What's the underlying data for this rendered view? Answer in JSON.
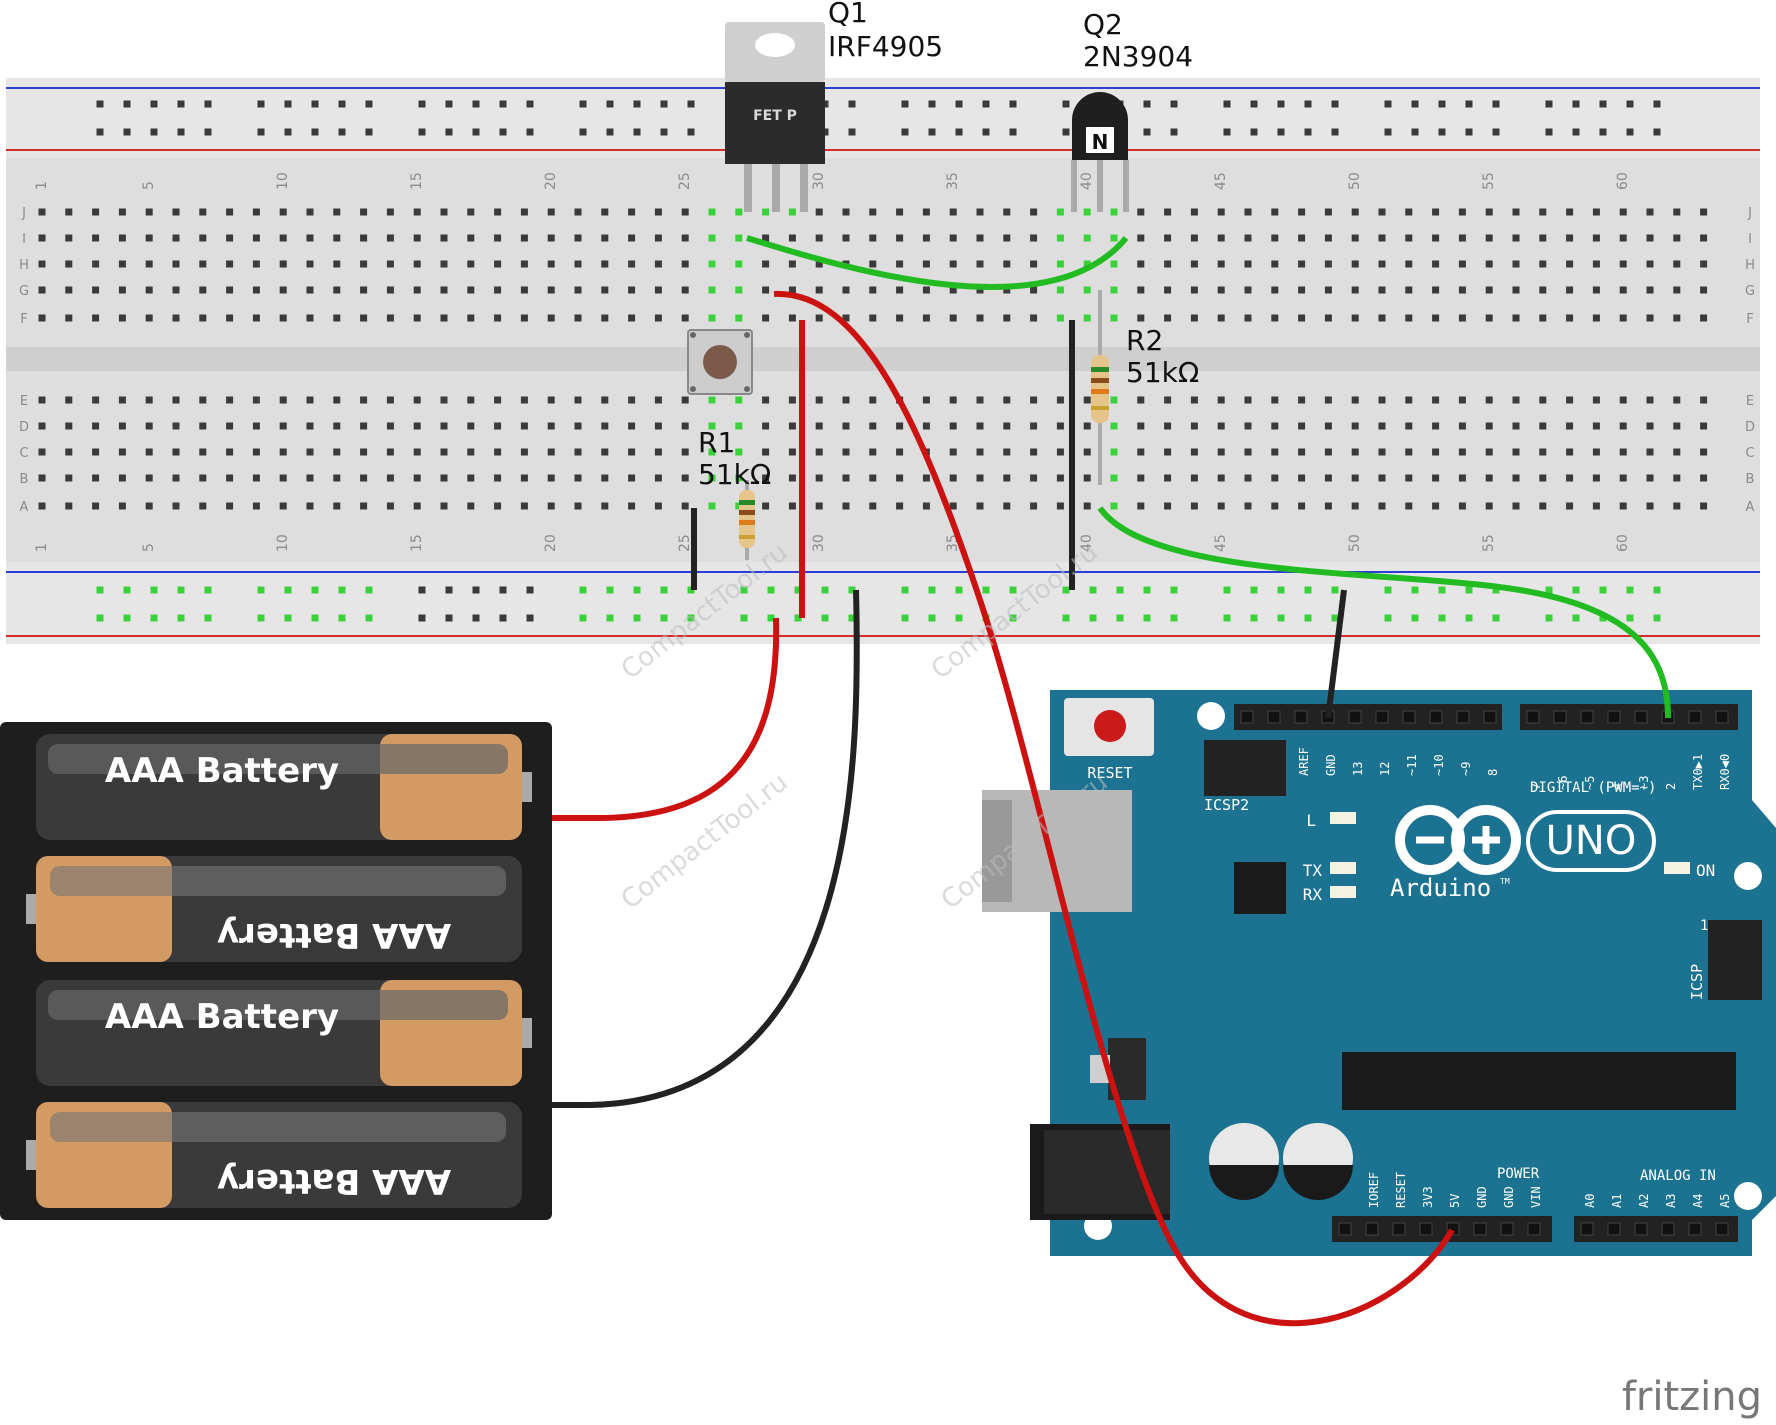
{
  "components": {
    "q1": {
      "ref": "Q1",
      "part": "IRF4905",
      "body_text": "FET P"
    },
    "q2": {
      "ref": "Q2",
      "part": "2N3904",
      "body_text": "N"
    },
    "r1": {
      "ref": "R1",
      "value": "51kΩ"
    },
    "r2": {
      "ref": "R2",
      "value": "51kΩ"
    }
  },
  "battery_pack": {
    "cells": [
      "AAA Battery",
      "AAA Battery",
      "AAA Battery",
      "AAA Battery"
    ]
  },
  "breadboard": {
    "top_numbers": [
      "1",
      "5",
      "10",
      "15",
      "20",
      "25",
      "30",
      "35",
      "40",
      "45",
      "50",
      "55",
      "60"
    ],
    "bottom_numbers": [
      "1",
      "5",
      "10",
      "15",
      "20",
      "25",
      "30",
      "35",
      "40",
      "45",
      "50",
      "55",
      "60"
    ],
    "row_letters_top": [
      "J",
      "I",
      "H",
      "G",
      "F"
    ],
    "row_letters_bottom": [
      "E",
      "D",
      "C",
      "B",
      "A"
    ]
  },
  "arduino": {
    "reset_label": "RESET",
    "icsp2_label": "ICSP2",
    "icsp_label": "ICSP",
    "icsp_pin1": "1",
    "digital_label": "DIGITAL (PWM=~)",
    "power_label": "POWER",
    "analog_label": "ANALOG IN",
    "uno_label": "UNO",
    "brand": "Arduino",
    "tm": "TM",
    "led_l": "L",
    "led_tx": "TX",
    "led_rx": "RX",
    "led_on": "ON",
    "digital_left_pins": [
      "AREF",
      "GND",
      "13",
      "12",
      "~11",
      "~10",
      "~9",
      "8"
    ],
    "digital_right_pins": [
      "7",
      "~6",
      "~5",
      "4",
      "~3",
      "2",
      "TX0▶1",
      "RX0◀0"
    ],
    "power_pins": [
      "IOREF",
      "RESET",
      "3V3",
      "5V",
      "GND",
      "GND",
      "VIN"
    ],
    "analog_pins": [
      "A0",
      "A1",
      "A2",
      "A3",
      "A4",
      "A5"
    ]
  },
  "watermark": "CompactTool.ru",
  "brand_footer": "fritzing",
  "colors": {
    "board": "#1c7291",
    "wire_red": "#cc1111",
    "wire_green": "#22bb22",
    "wire_black": "#222222",
    "breadboard": "#dcdcdc"
  }
}
